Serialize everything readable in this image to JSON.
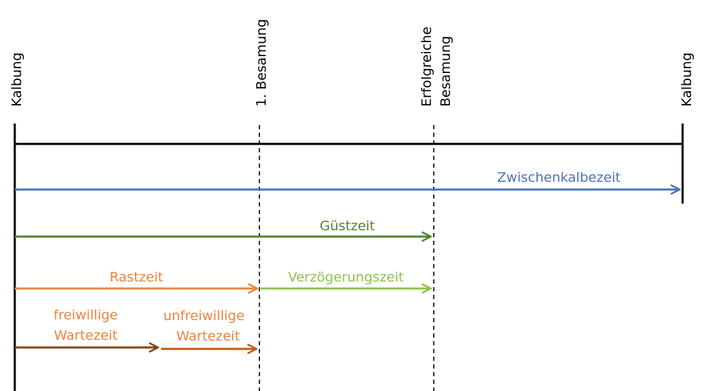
{
  "colors": {
    "black": "#000000",
    "blue": "#4a73b5",
    "dark_green": "#548235",
    "light_green": "#8cc34e",
    "orange": "#e9843f",
    "brown": "#7f4617",
    "burnt_orange": "#c55a11"
  },
  "milestones": {
    "calving_start": "Kalbung",
    "first_insemination": "1. Besamung",
    "successful_insemination_line1": "Erfolgreiche",
    "successful_insemination_line2": "Besamung",
    "calving_end": "Kalbung"
  },
  "periods": {
    "calving_interval": "Zwischenkalbezeit",
    "open_period": "Güstzeit",
    "rest_period": "Rastzeit",
    "delay_period": "Verzögerungszeit",
    "voluntary_wait_line1": "freiwillige",
    "voluntary_wait_line2": "Wartezeit",
    "involuntary_wait_line1": "unfreiwillige",
    "involuntary_wait_line2": "Wartezeit"
  }
}
